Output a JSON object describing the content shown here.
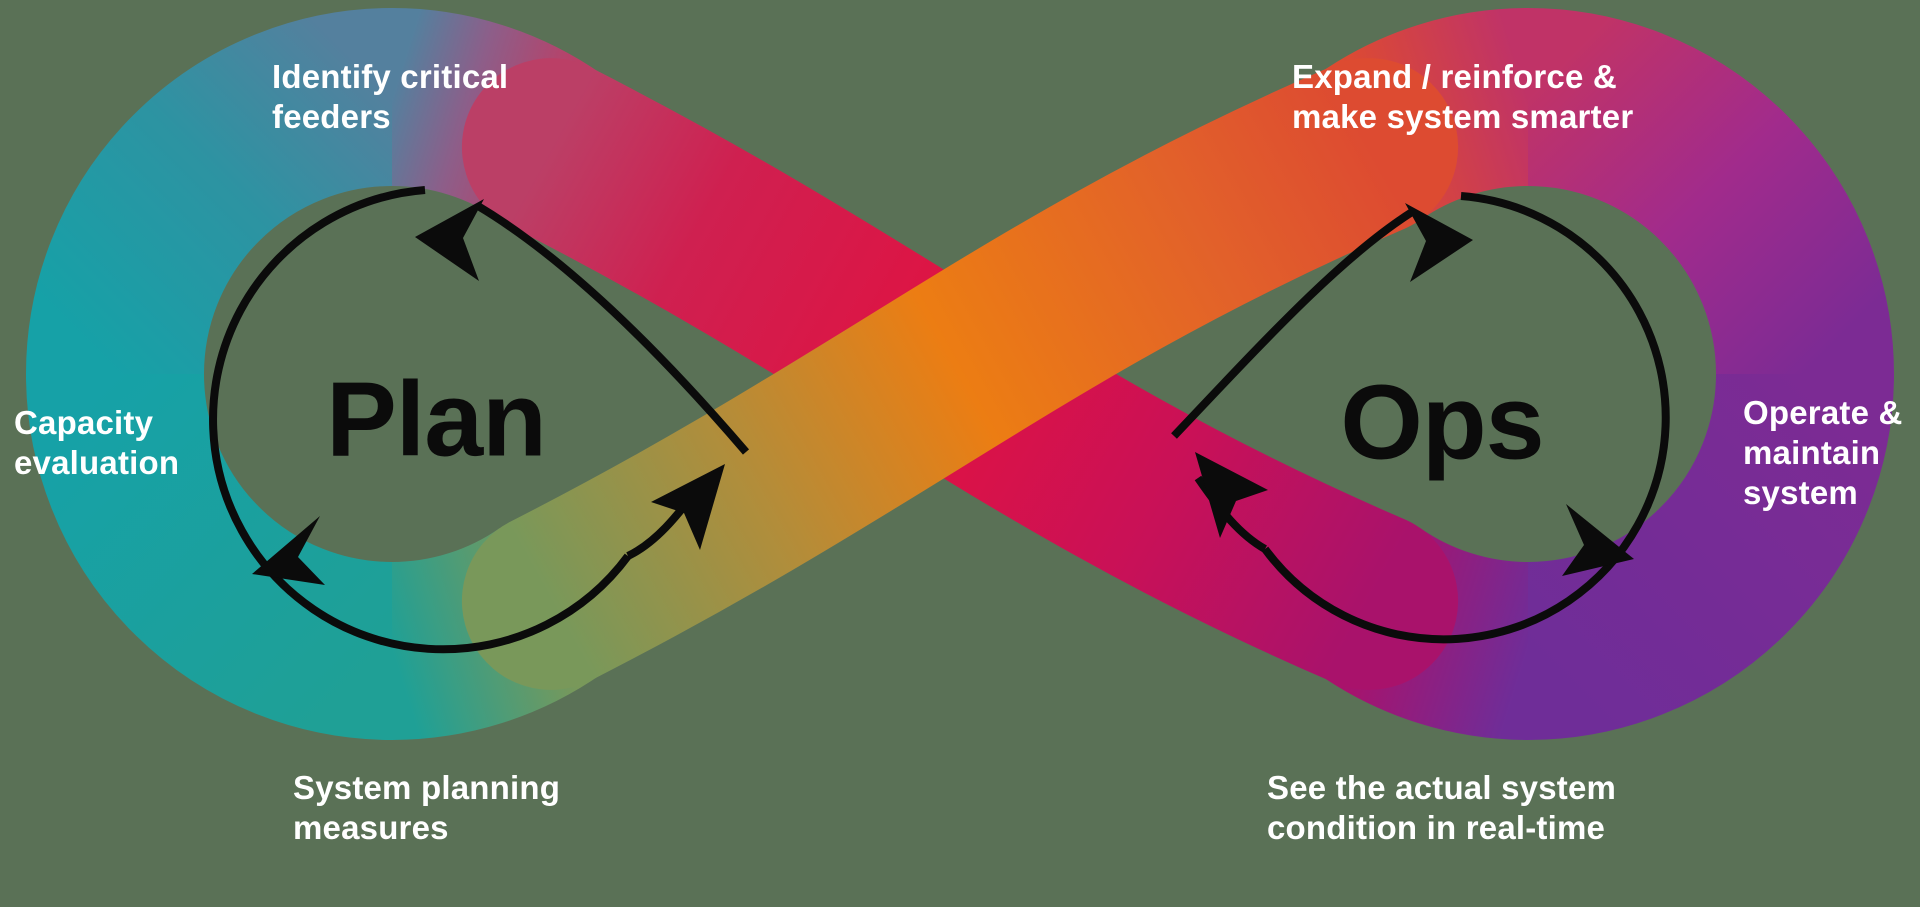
{
  "background_color": "#5a7156",
  "diagram": {
    "type": "infinity-loop",
    "left_loop": {
      "title": "Plan",
      "labels": {
        "top": {
          "line1": "Identify critical",
          "line2": "feeders"
        },
        "left": {
          "line1": "Capacity",
          "line2": "evaluation"
        },
        "bottom": {
          "line1": "System planning",
          "line2": "measures"
        }
      }
    },
    "right_loop": {
      "title": "Ops",
      "labels": {
        "top": {
          "line1": "Expand / reinforce &",
          "line2": "make system smarter"
        },
        "right": {
          "line1": "Operate &",
          "line2": "maintain",
          "line3": "system"
        },
        "bottom": {
          "line1": "See the actual system",
          "line2": "condition in real-time"
        }
      }
    },
    "palette": {
      "teal": "#16a1a7",
      "slate_blue": "#54809e",
      "mauve": "#8d5e89",
      "rose": "#bb3f66",
      "crimson": "#e01242",
      "magenta": "#a9126b",
      "orange": "#ec7d13",
      "orange_red": "#dd4b31",
      "purple": "#7c2b94",
      "deep_purple": "#6f2d98",
      "olive": "#79985a",
      "arrow_black": "#0b0b0b",
      "label_white": "#ffffff"
    }
  }
}
